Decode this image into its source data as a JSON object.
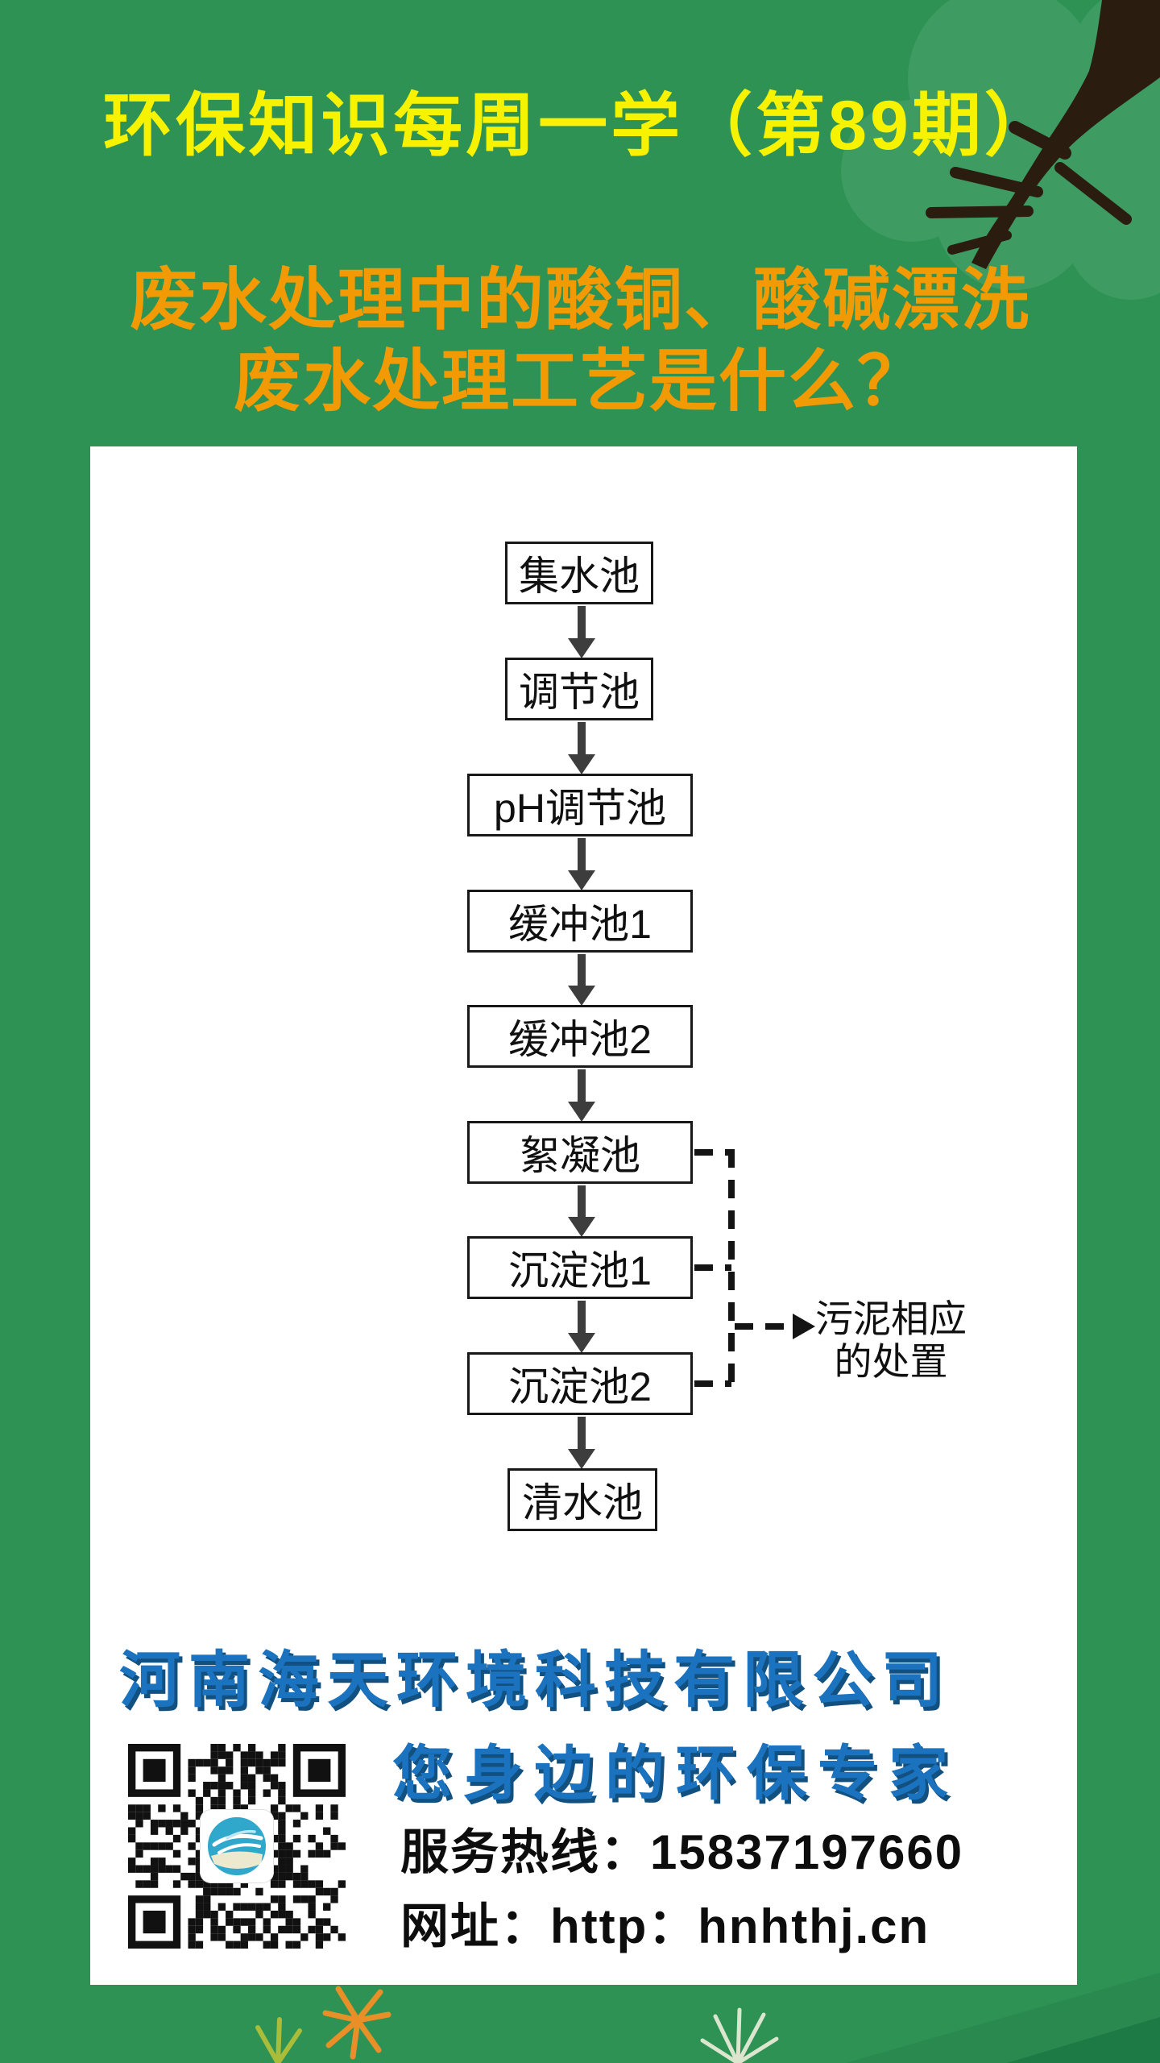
{
  "poster": {
    "title": "环保知识每周一学（第89期）",
    "subtitle_line1": "废水处理中的酸铜、酸碱漂洗",
    "subtitle_line2": "废水处理工艺是什么？",
    "flowchart": {
      "nodes": [
        "集水池",
        "调节池",
        "pH调节池",
        "缓冲池1",
        "缓冲池2",
        "絮凝池",
        "沉淀池1",
        "沉淀池2",
        "清水池"
      ],
      "branch_label_line1": "污泥相应",
      "branch_label_line2": "的处置"
    },
    "footer": {
      "company": "河南海天环境科技有限公司",
      "slogan": "您身边的环保专家",
      "hotline": "服务热线：15837197660",
      "website": "网址：http：hnhthj.cn"
    },
    "colors": {
      "background_green": "#2D9254",
      "light_circle_green": "#3E9B62",
      "dark_wedge_green": "#1E7A44",
      "branch_brown": "#2B1C10",
      "title_yellow": "#F6F200",
      "subtitle_orange": "#F19A04",
      "company_blue": "#1B72BE",
      "company_blue_shadow": "#11507F",
      "flow_line_dark": "#3D3D3D",
      "text_black": "#101010"
    }
  }
}
